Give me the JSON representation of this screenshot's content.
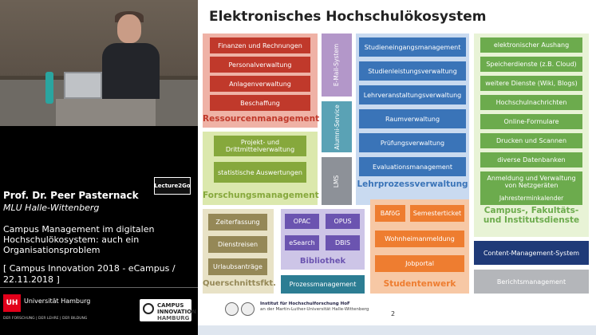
{
  "speaker": {
    "name": "Prof. Dr. Peer Pasternack",
    "affiliation": "MLU Halle-Wittenberg"
  },
  "talk_title": "Campus Management im digitalen Hochschulökosystem: auch ein Organisationsproblem",
  "event_info": "[ Campus Innovation 2018 - eCampus / 22.11.2018 ]",
  "logos": {
    "lecture2go": "Lecture2Go",
    "uhh_box": "UH",
    "uhh_name": "Universität Hamburg",
    "uhh_tagline": "DER FORSCHUNG | DER LEHRE | DER BILDUNG",
    "campus_innovation_line1": "CAMPUS",
    "campus_innovation_line2": "INNOVATION",
    "campus_innovation_line3": "HAMBURG",
    "hof_title": "Institut für Hochschulforschung HoF",
    "hof_subtitle": "an der Martin-Luther-Universität Halle-Wittenberg"
  },
  "slide": {
    "title": "Elektronisches Hochschulökosystem",
    "page_number": "2",
    "ressourcen": {
      "label": "Ressourcenmanagement",
      "items": [
        "Finanzen und Rechnungen",
        "Personalverwaltung",
        "Anlagenverwaltung",
        "Beschaffung"
      ]
    },
    "email": "E-Mail-System",
    "alumni": "Alumni-Service",
    "lms": "LMS",
    "forschung": {
      "label": "Forschungsmanagement",
      "items": [
        "Projekt- und Drittmittelverwaltung",
        "statistische Auswertungen"
      ]
    },
    "lehr": {
      "label": "Lehrprozessverwaltung",
      "items": [
        "Studieneingangsmanagement",
        "Studienleistungsverwaltung",
        "Lehrveranstaltungsverwaltung",
        "Raumverwaltung",
        "Prüfungsverwaltung",
        "Evaluationsmanagement"
      ]
    },
    "campus": {
      "label": "Campus-, Fakultäts- und Institutsdienste",
      "items": [
        "elektronischer Aushang",
        "Speicherdienste (z.B. Cloud)",
        "weitere Dienste (Wiki, Blogs)",
        "Hochschulnachrichten",
        "Online-Formulare",
        "Drucken und Scannen",
        "diverse Datenbanken",
        "Anmeldung und Verwaltung von Netzgeräten",
        "Jahresterminkalender"
      ]
    },
    "quer": {
      "label": "Querschnittsfkt.",
      "items": [
        "Zeiterfassung",
        "Dienstreisen",
        "Urlaubsanträge"
      ]
    },
    "bib": {
      "label": "Bibliothek",
      "items": [
        "OPAC",
        "OPUS",
        "eSearch",
        "DBIS"
      ]
    },
    "prozess": "Prozessmanagement",
    "stud": {
      "label": "Studentenwerk",
      "items": [
        "BAföG",
        "Semesterticket",
        "Wohnheimanmeldung",
        "Jobportal"
      ]
    },
    "content": "Content-Management-System",
    "bericht": "Berichtsmanagement"
  },
  "colors": {
    "ressourcen": "#c0392b",
    "forschung": "#86a83c",
    "lehr": "#3a74b8",
    "campus": "#6cab4d",
    "quer": "#958857",
    "bib": "#6b54b0",
    "stud": "#ee7d30",
    "content": "#1f3a78"
  }
}
